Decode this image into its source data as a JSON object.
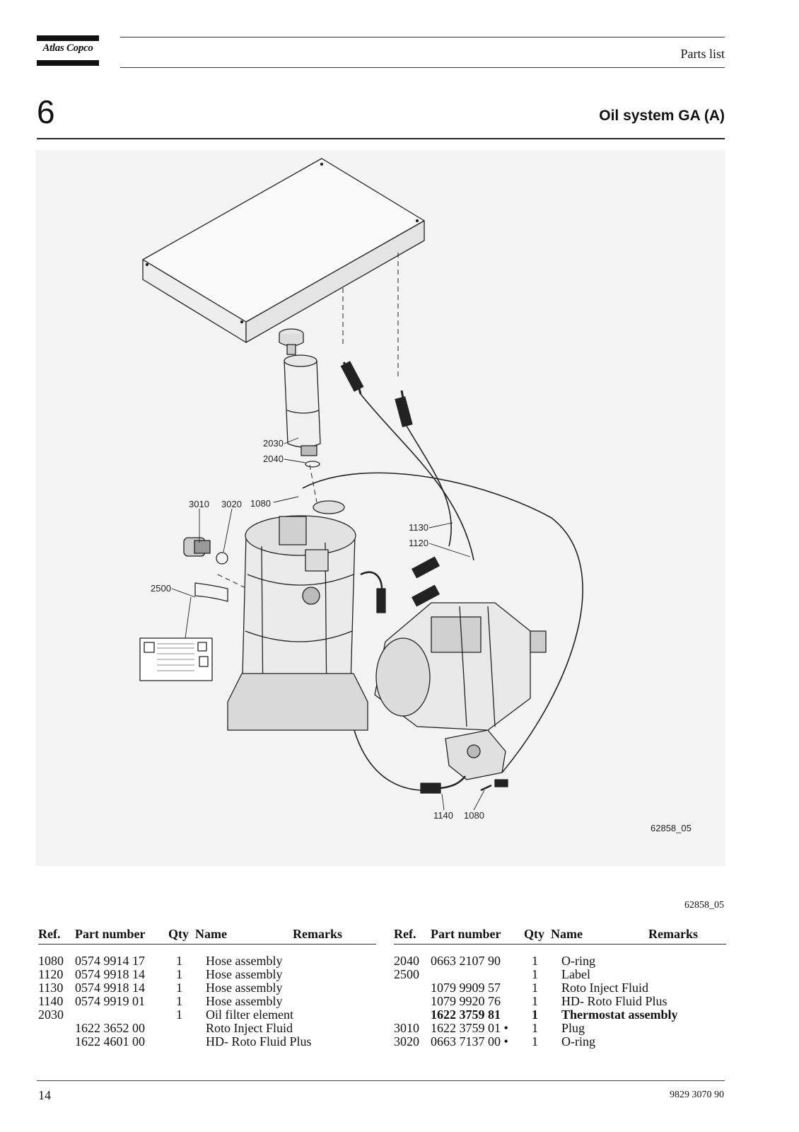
{
  "header": {
    "logo_text": "Atlas Copco",
    "doc_type": "Parts list",
    "chapter_number": "6",
    "section_title": "Oil system GA (A)"
  },
  "figure": {
    "callouts": [
      "2030",
      "2040",
      "3010",
      "3020",
      "1080",
      "1130",
      "1120",
      "2500",
      "1140",
      "1080"
    ],
    "drawing_id": "62858_05"
  },
  "figure_id_below": "62858_05",
  "table_headers": {
    "ref": "Ref.",
    "part_number": "Part number",
    "qty": "Qty",
    "name": "Name",
    "remarks": "Remarks"
  },
  "parts_left": [
    {
      "ref": "1080",
      "part": "0574 9914 17",
      "qty": "1",
      "name": "Hose assembly",
      "bold": false
    },
    {
      "ref": "1120",
      "part": "0574 9918 14",
      "qty": "1",
      "name": "Hose assembly",
      "bold": false
    },
    {
      "ref": "1130",
      "part": "0574 9918 14",
      "qty": "1",
      "name": "Hose assembly",
      "bold": false
    },
    {
      "ref": "1140",
      "part": "0574 9919 01",
      "qty": "1",
      "name": "Hose assembly",
      "bold": false
    },
    {
      "ref": "2030",
      "part": "",
      "qty": "1",
      "name": "Oil filter element",
      "bold": false
    },
    {
      "ref": "",
      "part": "1622 3652 00",
      "qty": "",
      "name": "Roto Inject Fluid",
      "bold": false
    },
    {
      "ref": "",
      "part": "1622 4601 00",
      "qty": "",
      "name": "HD- Roto Fluid Plus",
      "bold": false
    }
  ],
  "parts_right": [
    {
      "ref": "2040",
      "part": "0663 2107 90",
      "qty": "1",
      "name": "O-ring",
      "bold": false
    },
    {
      "ref": "2500",
      "part": "",
      "qty": "1",
      "name": "Label",
      "bold": false
    },
    {
      "ref": "",
      "part": "1079 9909 57",
      "qty": "1",
      "name": "Roto Inject Fluid",
      "bold": false
    },
    {
      "ref": "",
      "part": "1079 9920 76",
      "qty": "1",
      "name": "HD- Roto Fluid Plus",
      "bold": false
    },
    {
      "ref": "",
      "part": "1622 3759 81",
      "qty": "1",
      "name": "Thermostat assembly",
      "bold": true
    },
    {
      "ref": "3010",
      "part": "1622 3759 01 •",
      "qty": "1",
      "name": "Plug",
      "bold": false
    },
    {
      "ref": "3020",
      "part": "0663 7137 00 •",
      "qty": "1",
      "name": "O-ring",
      "bold": false
    }
  ],
  "footer": {
    "page_number": "14",
    "doc_number": "9829 3070 90"
  }
}
